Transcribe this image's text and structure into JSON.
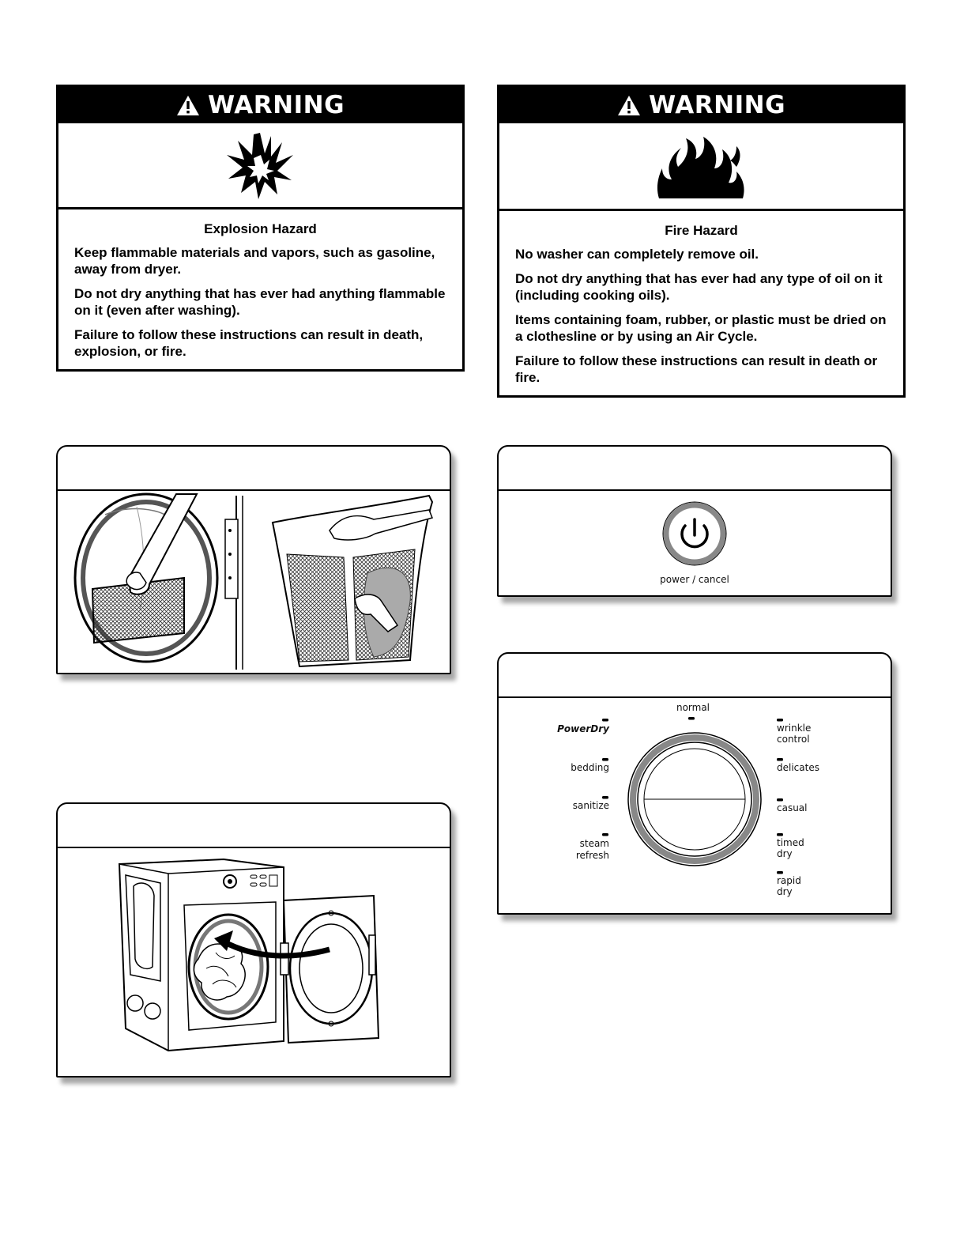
{
  "warning_left": {
    "title": "WARNING",
    "icon": "explosion-icon",
    "hazard": "Explosion Hazard",
    "lines": [
      "Keep flammable materials and vapors, such as gasoline, away from dryer.",
      "Do not dry anything that has ever had anything flammable on it (even after washing).",
      "Failure to follow these instructions can result in death, explosion, or fire."
    ]
  },
  "warning_right": {
    "title": "WARNING",
    "icon": "fire-icon",
    "hazard": "Fire Hazard",
    "lines": [
      "No washer can completely remove oil.",
      "Do not dry anything that has ever had any type of oil on it (including cooking oils).",
      "Items containing foam, rubber, or plastic must be dried on a clothesline or by using an Air Cycle.",
      "Failure to follow these instructions can result in death or fire."
    ]
  },
  "power_panel": {
    "icon": "power-icon",
    "label": "power / cancel"
  },
  "cycle_panel": {
    "top": "normal",
    "left": [
      "PowerDry",
      "bedding",
      "sanitize",
      "steam",
      "refresh"
    ],
    "right": [
      "wrinkle",
      "control",
      "delicates",
      "casual",
      "timed",
      "dry",
      "rapid",
      "dry"
    ]
  },
  "panels": {
    "lint_screen": "lint-screen-illustration",
    "load_dryer": "load-dryer-illustration"
  }
}
